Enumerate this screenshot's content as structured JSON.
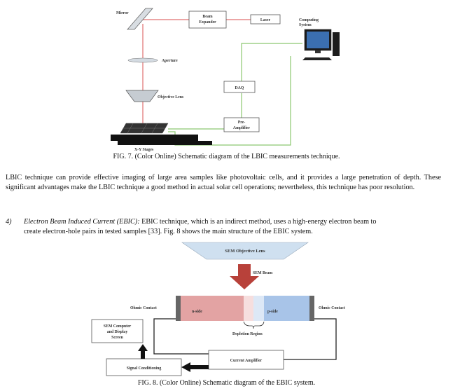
{
  "fig7": {
    "labels": {
      "mirror": "Mirror",
      "beam_expander": "Beam\nExpander",
      "laser": "Laser",
      "computing_system": "Computing\nSystem",
      "aperture": "Aperture",
      "objective_lens": "Objective Lens",
      "daq": "DAQ",
      "pre_amplifier": "Pre-\nAmplifier",
      "xy_stages": "X-Y Stages"
    },
    "caption": "FIG. 7. (Color Online) Schematic diagram of the LBIC measurements technique."
  },
  "paragraph1": "LBIC technique can provide effective imaging of large area samples like photovoltaic cells, and it provides a large penetration of depth. These significant advantages make the LBIC technique a good method in actual solar cell operations; nevertheless, this technique has poor resolution.",
  "item4": {
    "number": "4)",
    "lead": "Electron Beam Induced Current (EBIC):",
    "text_line1": " EBIC technique, which is an indirect method, uses a high-energy electron beam to",
    "text_line2": "create electron-hole pairs in tested samples [33]. Fig. 8 shows the main structure of the EBIC system."
  },
  "fig8": {
    "labels": {
      "sem_objective_lens": "SEM Objective Lens",
      "sem_beam": "SEM Beam",
      "ohmic_contact_left": "Ohmic Contact",
      "ohmic_contact_right": "Ohmic Contact",
      "n_side": "n-side",
      "p_side": "p-side",
      "depletion_region": "Depletion Region",
      "sem_computer": "SEM Computer\nand Display\nScreen",
      "current_amplifier": "Current Amplifier",
      "signal_conditioning": "Signal Conditioning"
    },
    "caption": "FIG. 8. (Color Online) Schematic diagram of the EBIC system."
  },
  "colors": {
    "laser_path": "#e07070",
    "green_wire": "#8cc870",
    "n_side": "#e3a3a3",
    "p_side": "#a8c4e8",
    "arrow_red": "#b8413a",
    "lens_fill": "#cfe0f0"
  }
}
